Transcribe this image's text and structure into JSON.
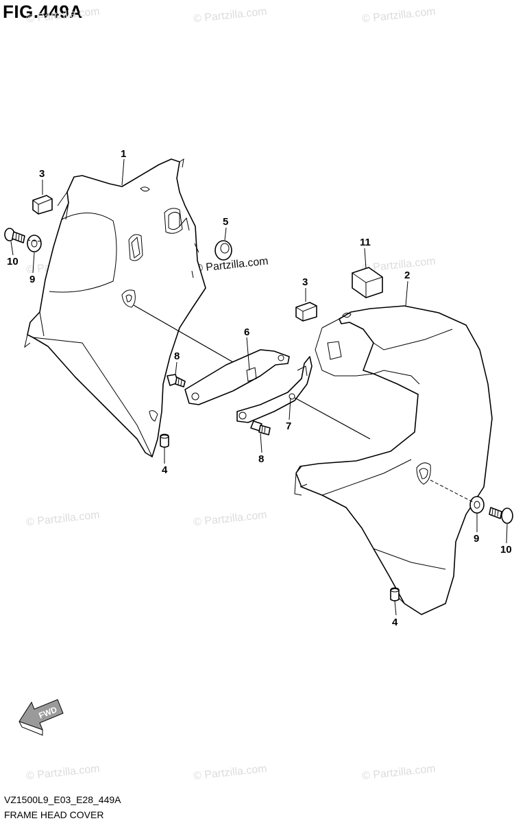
{
  "figure": {
    "title": "FIG.449A"
  },
  "footer": {
    "code": "VZ1500L9_E03_E28_449A",
    "description": "FRAME HEAD COVER"
  },
  "watermark": {
    "text": "© Partzilla.com"
  },
  "fwd_label": "FWD",
  "callouts": {
    "c1": "1",
    "c2": "2",
    "c3a": "3",
    "c3b": "3",
    "c4a": "4",
    "c4b": "4",
    "c5": "5",
    "c6": "6",
    "c7": "7",
    "c8a": "8",
    "c8b": "8",
    "c9a": "9",
    "c9b": "9",
    "c10a": "10",
    "c10b": "10",
    "c11": "11"
  },
  "colors": {
    "line": "#000000",
    "watermark": "#dcdcdc",
    "shade": "#9a9a9a"
  }
}
